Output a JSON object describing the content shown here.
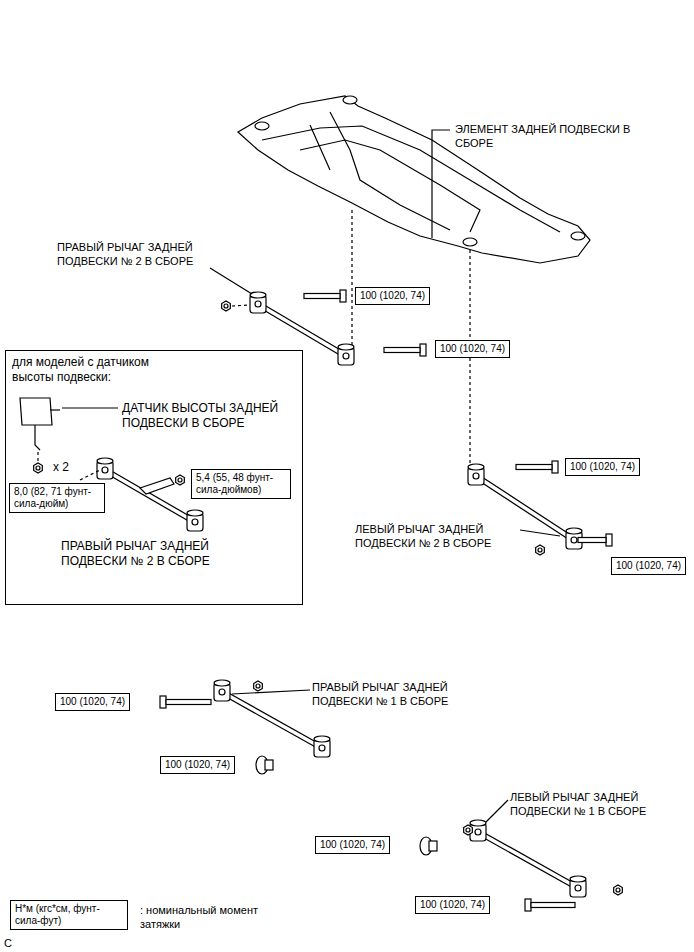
{
  "diagram": {
    "nodes": [
      {
        "text": [
          "100 (1020, 74)"
        ]
      },
      {
        "text": [
          "100 (1020, 74)"
        ]
      },
      {
        "text": [
          "для моделей с датчиком высоты подвески:",
          "ДАТЧИК ВЫСОТЫ ЗАДНЕЙ ПОДВЕСКИ В СБОРЕ",
          "x 2",
          "ПРАВЫЙ РЫЧАГ ЗАДНЕЙ ПОДВЕСКИ № 2 В СБОРЕ"
        ]
      },
      {
        "text": [
          "5,4 (55, 48 фунт-сила-дюймов)"
        ],
        "in": 2
      },
      {
        "text": [
          "8,0 (82, 71 фунт-сила-дюйм)"
        ],
        "in": 2
      },
      {
        "text": [
          "100 (1020, 74)"
        ]
      },
      {
        "text": [
          "100 (1020, 74)"
        ]
      },
      {
        "text": [
          "100 (1020, 74)"
        ]
      },
      {
        "text": [
          "100 (1020, 74)"
        ]
      },
      {
        "text": [
          "100 (1020, 74)"
        ]
      },
      {
        "text": [
          "100 (1020, 74)"
        ]
      },
      {
        "text": [
          "Н*м (кгс*см, фунт-сила-фут)"
        ]
      }
    ],
    "labels": [
      "ЭЛЕМЕНТ ЗАДНЕЙ ПОДВЕСКИ В СБОРЕ",
      "ПРАВЫЙ РЫЧАГ ЗАДНЕЙ ПОДВЕСКИ № 2 В СБОРЕ",
      "ЛЕВЫЙ РЫЧАГ ЗАДНЕЙ ПОДВЕСКИ № 2 В СБОРЕ",
      "ПРАВЫЙ РЫЧАГ ЗАДНЕЙ ПОДВЕСКИ № 1 В СБОРЕ",
      "ЛЕВЫЙ РЫЧАГ ЗАДНЕЙ ПОДВЕСКИ № 1 В СБОРЕ",
      ": номинальный момент затяжки",
      "C"
    ]
  }
}
